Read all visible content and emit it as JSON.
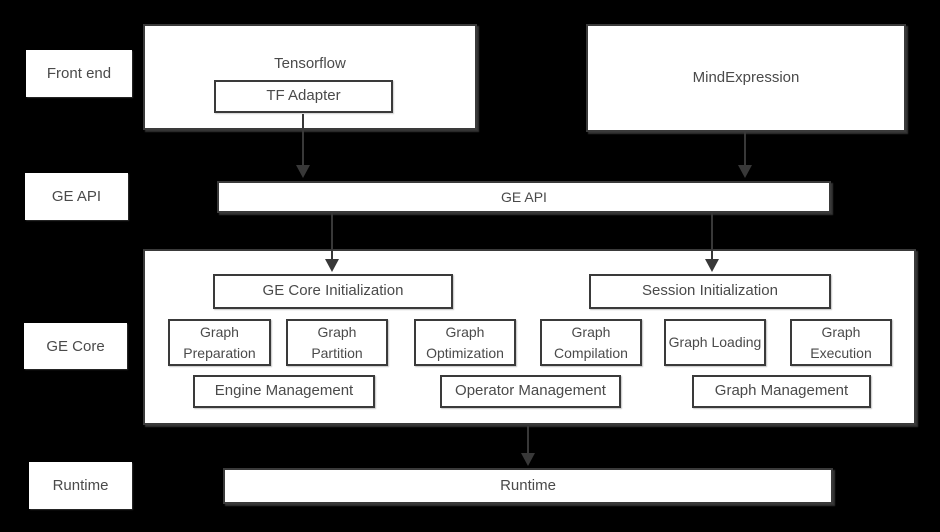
{
  "colors": {
    "background": "#000000",
    "box_fill": "#ffffff",
    "box_border": "#3a3a3a",
    "text": "#4a4a4a",
    "arrow": "#383838"
  },
  "side_labels": [
    {
      "id": "front-end",
      "label": "Front end"
    },
    {
      "id": "ge-api",
      "label": "GE API"
    },
    {
      "id": "ge-core",
      "label": "GE Core"
    },
    {
      "id": "runtime",
      "label": "Runtime"
    }
  ],
  "front_end": {
    "tensorflow_label": "Tensorflow",
    "tf_adapter_label": "TF Adapter",
    "mindexpression_label": "MindExpression"
  },
  "ge_api": {
    "bar_label": "GE API"
  },
  "ge_core": {
    "initialization_label": "GE Core Initialization",
    "session_initialization_label": "Session Initialization",
    "modules": [
      "Graph Preparation",
      "Graph Partition",
      "Graph Optimization",
      "Graph Compilation",
      "Graph Loading",
      "Graph Execution"
    ],
    "management": [
      "Engine Management",
      "Operator Management",
      "Graph Management"
    ]
  },
  "runtime": {
    "bar_label": "Runtime"
  },
  "arrows": [
    {
      "from": "TF Adapter",
      "to": "GE API"
    },
    {
      "from": "MindExpression",
      "to": "GE API"
    },
    {
      "from": "GE API",
      "to": "GE Core Initialization"
    },
    {
      "from": "GE API",
      "to": "Session Initialization"
    },
    {
      "from": "GE Core",
      "to": "Runtime"
    }
  ]
}
